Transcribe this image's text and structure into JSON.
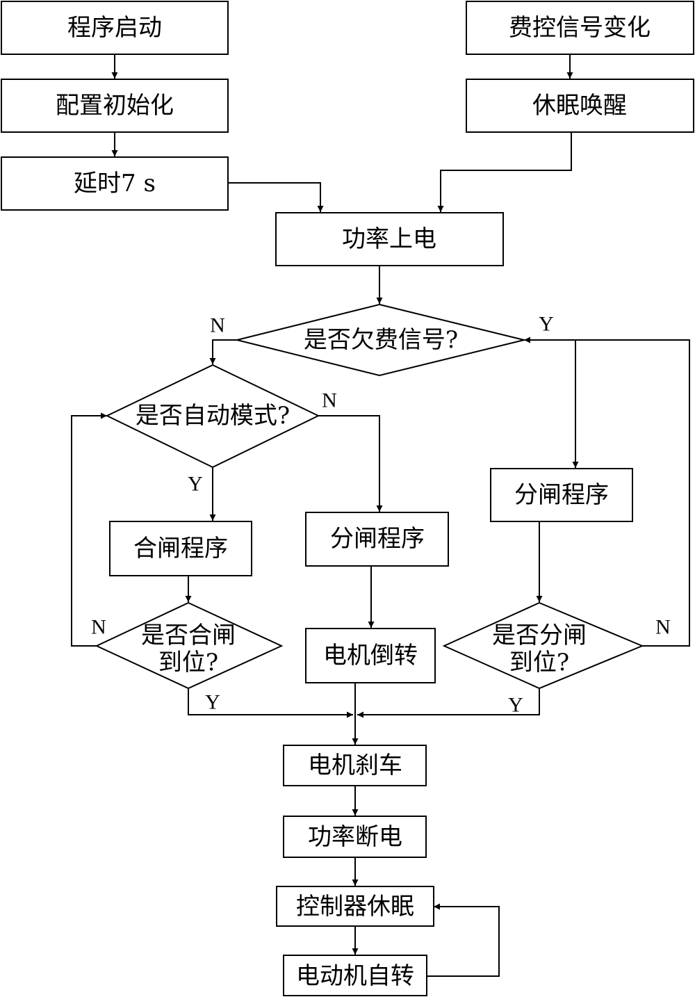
{
  "nodes": {
    "program_start": "程序启动",
    "config_init": "配置初始化",
    "delay": "延时7 s",
    "fee_signal_change": "费控信号变化",
    "sleep_wake": "休眠唤醒",
    "power_on": "功率上电",
    "arrears_decision": "是否欠费信号?",
    "auto_mode_decision": "是否自动模式?",
    "close_program": "合闸程序",
    "open_program_mid": "分闸程序",
    "open_program_right": "分闸程序",
    "close_done_line1": "是否合闸",
    "close_done_line2": "到位?",
    "motor_reverse": "电机倒转",
    "open_done_line1": "是否分闸",
    "open_done_line2": "到位?",
    "motor_brake": "电机刹车",
    "power_off": "功率断电",
    "controller_sleep": "控制器休眠",
    "motor_self_rotate": "电动机自转"
  },
  "branch_labels": {
    "arrears_no": "N",
    "arrears_yes": "Y",
    "auto_no": "N",
    "auto_yes": "Y",
    "close_done_no": "N",
    "close_done_yes": "Y",
    "open_done_no": "N",
    "open_done_yes": "Y"
  }
}
